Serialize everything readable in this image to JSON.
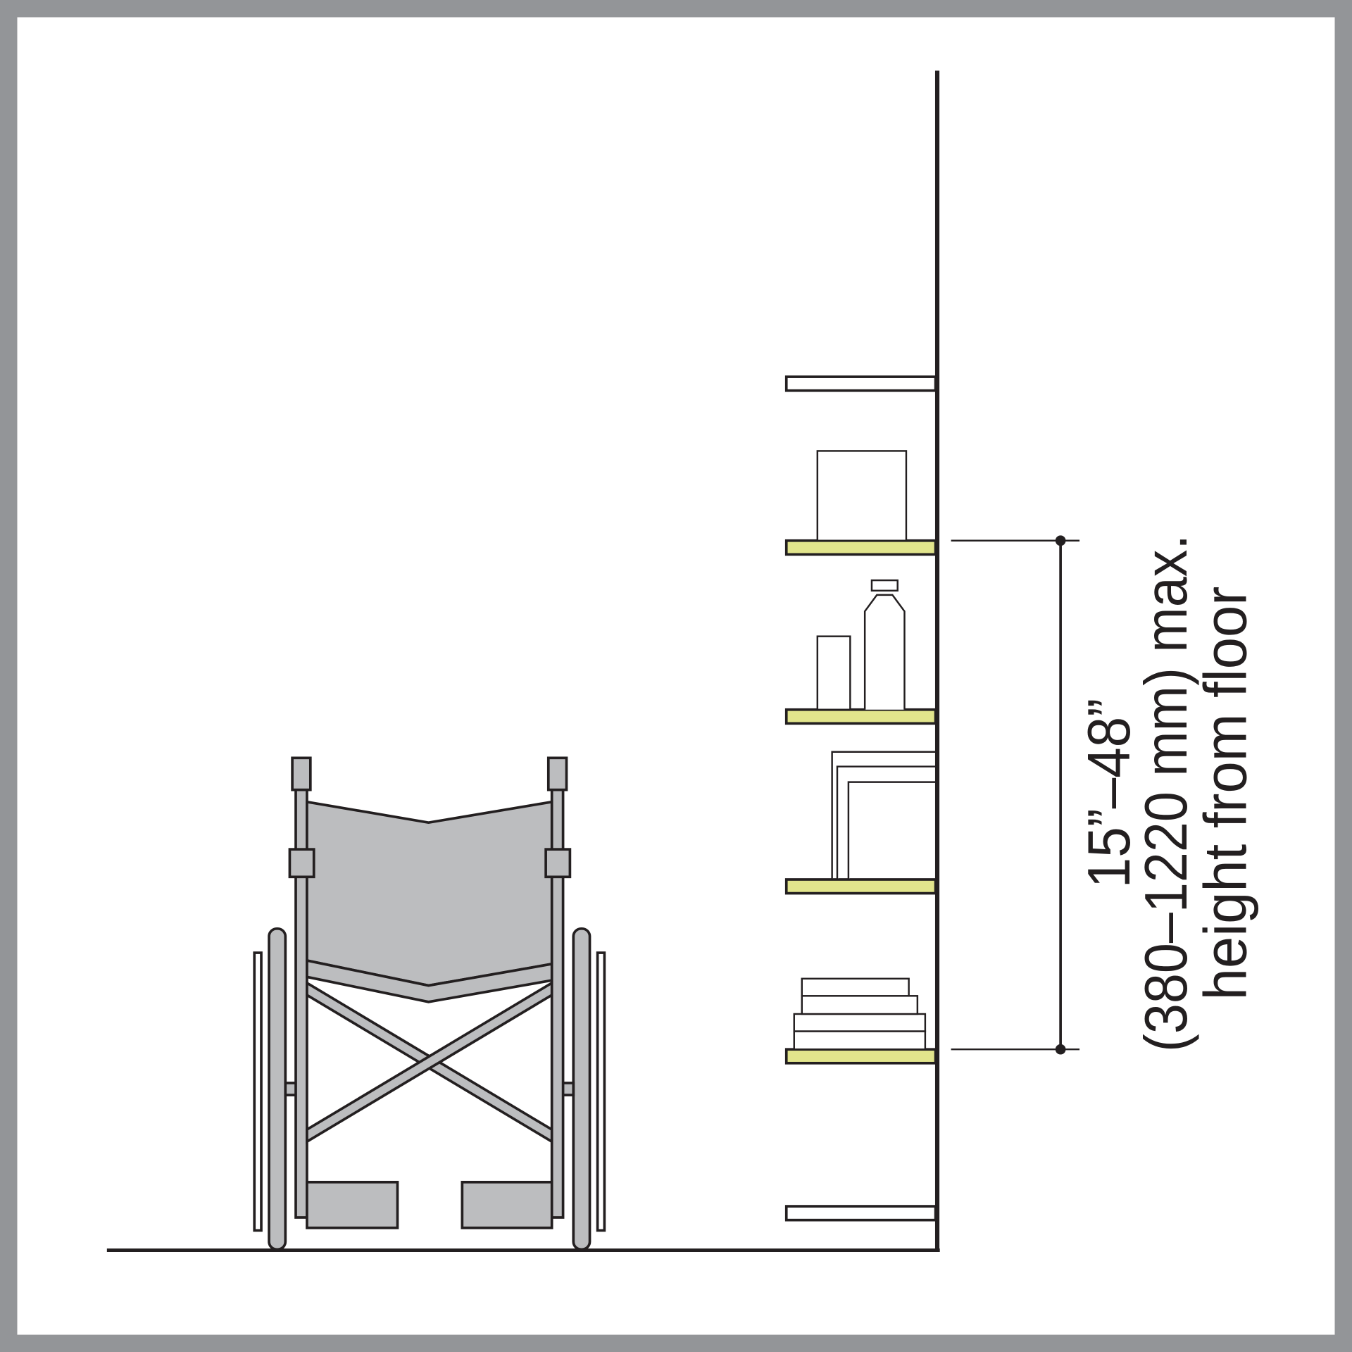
{
  "dimension": {
    "line1": "15”–48”",
    "line2": "(380–1220 mm) max.",
    "line3": "height from floor"
  },
  "colors": {
    "frame": "#939598",
    "stroke": "#231f20",
    "wheelchair_fill": "#bcbdbf",
    "reach_shelf_fill": "#e2e58c",
    "background": "#ffffff"
  },
  "shelves": {
    "total": 6,
    "within_reach_highlighted": 4
  }
}
